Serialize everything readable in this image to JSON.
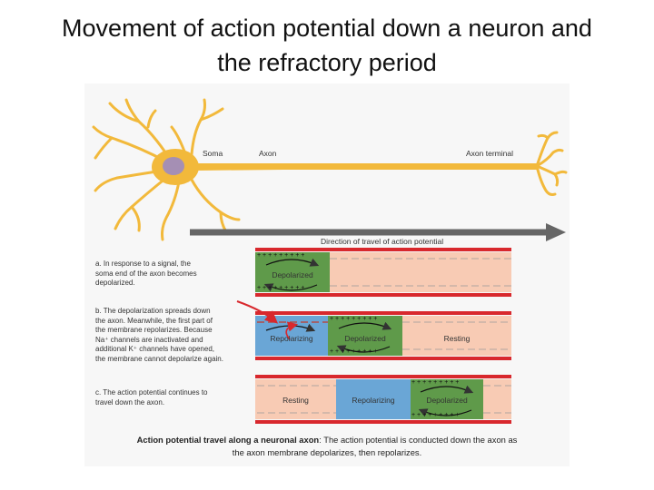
{
  "title": {
    "line1": "Movement of action potential down a neuron and",
    "line2": "the refractory period"
  },
  "neuron": {
    "soma_label": "Soma",
    "axon_label": "Axon",
    "terminal_label": "Axon terminal"
  },
  "direction_label": "Direction of travel of action potential",
  "steps": [
    {
      "text_lines": [
        "a. In response to a signal, the",
        "soma end of the axon becomes",
        "depolarized."
      ],
      "zones": [
        "Depolarized"
      ]
    },
    {
      "text_lines": [
        "b. The depolarization spreads down",
        "the axon. Meanwhile, the first part of",
        "the membrane repolarizes. Because",
        "Na⁺ channels are inactivated and",
        "additional K⁺ channels have opened,",
        "the membrane cannot depolarize again."
      ],
      "zones": [
        "Repolarizing",
        "Depolarized",
        "Resting"
      ]
    },
    {
      "text_lines": [
        "c. The action potential continues to",
        "travel down the axon."
      ],
      "zones": [
        "Resting",
        "Repolarizing",
        "Depolarized"
      ]
    }
  ],
  "caption": {
    "bold": "Action potential travel along a neuronal axon",
    "rest_line1": ": The action potential is conducted down the axon as",
    "line2": "the axon membrane depolarizes, then repolarizes."
  },
  "charges": {
    "plus_row": "+ + + + + + + + +",
    "minus_row": "– – – – – – –"
  },
  "colors": {
    "neuron": "#f2b93b",
    "nucleus": "#a58fb4",
    "depolarized": "#5f9a4a",
    "repolarizing": "#6aa6d6",
    "resting": "#f8cbb4",
    "membrane": "#d8282d",
    "arrow": "#666666"
  }
}
